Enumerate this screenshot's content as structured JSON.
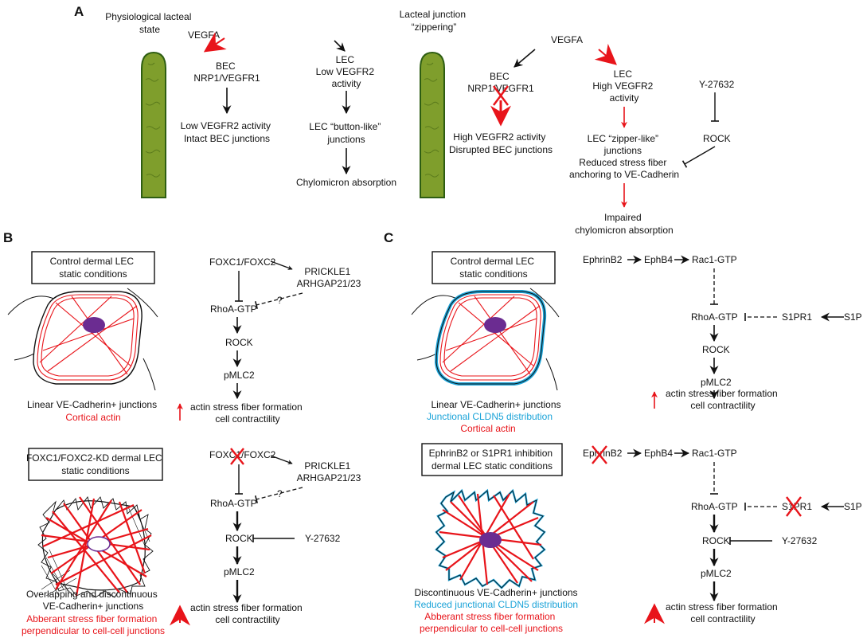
{
  "colors": {
    "red": "#e8141a",
    "blue": "#1aa3d8",
    "lacteal_fill": "#7f9e2c",
    "lacteal_edge": "#2e5e12",
    "nucleus": "#6b2c91",
    "black": "#111111"
  },
  "panelA": {
    "label": "A",
    "left_title": [
      "Physiological lacteal",
      "state"
    ],
    "right_title": [
      "Lacteal junction",
      "“zippering”"
    ],
    "vegfa_left": "VEGFA",
    "vegfa_right": "VEGFA",
    "bec_left": [
      "BEC",
      "NRP1/VEGFR1"
    ],
    "bec_left_out": [
      "Low VEGFR2 activity",
      "Intact BEC junctions"
    ],
    "lec_left": [
      "LEC",
      "Low VEGFR2",
      "activity"
    ],
    "lec_left_junc": [
      "LEC “button-like”",
      "junctions"
    ],
    "lec_left_out": "Chylomicron absorption",
    "bec_right": [
      "BEC",
      "NRP1/VEGFR1"
    ],
    "bec_right_out": [
      "High VEGFR2 activity",
      "Disrupted BEC junctions"
    ],
    "lec_right": [
      "LEC",
      "High VEGFR2",
      "activity"
    ],
    "lec_right_junc": [
      "LEC “zipper-like”",
      "junctions",
      "Reduced stress fiber",
      "anchoring to VE-Cadherin"
    ],
    "lec_right_out": [
      "Impaired",
      "chylomicron absorption"
    ],
    "inhibitor": "Y-27632",
    "rock": "ROCK"
  },
  "panelB": {
    "label": "B",
    "box_top": [
      "Control dermal LEC",
      "static conditions"
    ],
    "box_bottom": [
      "FOXC1/FOXC2-KD dermal LEC",
      "static conditions"
    ],
    "top_caption": "Linear VE-Cadherin+ junctions",
    "top_caption_red": "Cortical actin",
    "bottom_caption": [
      "Overlapping and discontinuous",
      "VE-Cadherin+ junctions"
    ],
    "bottom_caption_red": [
      "Abberant stress fiber formation",
      "perpendicular to cell-cell junctions"
    ],
    "foxc_top": "FOXC1/FOXC2",
    "foxc_bottom": "FOXC1/FOXC2",
    "prickle_top": [
      "PRICKLE1",
      "ARHGAP21/23"
    ],
    "prickle_bottom": [
      "PRICKLE1",
      "ARHGAP21/23"
    ],
    "qmark": "?",
    "rhoa": "RhoA-GTP",
    "rock": "ROCK",
    "pmlc": "pMLC2",
    "out": [
      "actin stress fiber formation",
      "cell contractility"
    ],
    "inhibitor": "Y-27632"
  },
  "panelC": {
    "label": "C",
    "box_top": [
      "Control dermal LEC",
      "static conditions"
    ],
    "box_bottom": [
      "EphrinB2 or S1PR1 inhibition",
      "dermal LEC static conditions"
    ],
    "top_caption": "Linear VE-Cadherin+ junctions",
    "top_caption_blue": "Junctional CLDN5 distribution",
    "top_caption_red": "Cortical actin",
    "bottom_caption": "Discontinuous VE-Cadherin+ junctions",
    "bottom_caption_blue": "Reduced junctional CLDN5 distribution",
    "bottom_caption_red": [
      "Abberant stress fiber formation",
      "perpendicular to cell-cell junctions"
    ],
    "ephrinb2": "EphrinB2",
    "ephrinb2_bottom": "EphrinB2",
    "ephb4": "EphB4",
    "rac1": "Rac1-GTP",
    "rhoa": "RhoA-GTP",
    "s1pr1": "S1PR1",
    "s1pr1_bottom": "S1PR1",
    "s1p": "S1P",
    "rock": "ROCK",
    "pmlc": "pMLC2",
    "out": [
      "actin stress fiber formation",
      "cell contractility"
    ],
    "inhibitor": "Y-27632"
  }
}
